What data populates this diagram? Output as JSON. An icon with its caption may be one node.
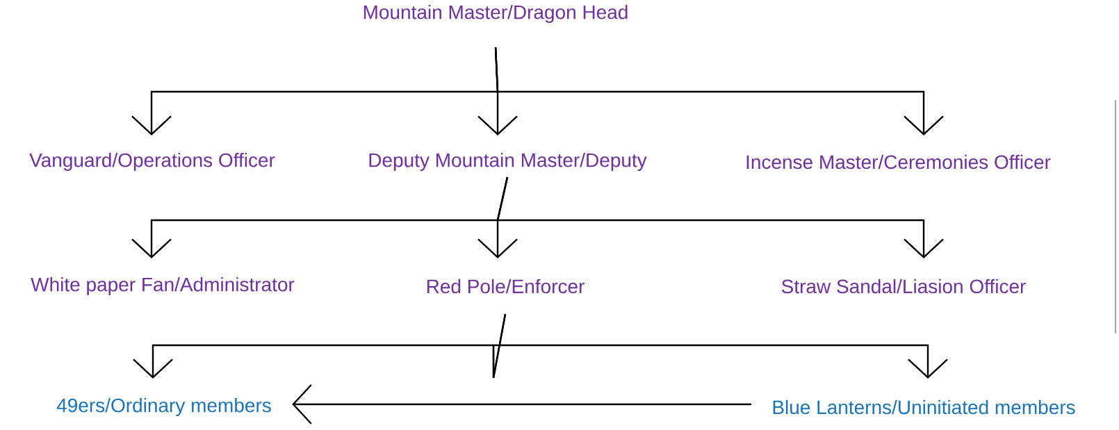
{
  "diagram": {
    "nodes": [
      {
        "text": [
          "Mountain Master/Dragon Head"
        ]
      },
      {
        "text": [
          "Vanguard/Operations Officer"
        ]
      },
      {
        "text": [
          "Deputy Mountain Master/Deputy"
        ]
      },
      {
        "text": [
          "Incense Master/Ceremonies Officer"
        ]
      },
      {
        "text": [
          "White paper Fan/Administrator"
        ]
      },
      {
        "text": [
          "Red Pole/Enforcer"
        ]
      },
      {
        "text": [
          "Straw Sandal/Liasion Officer"
        ]
      },
      {
        "text": [
          "49ers/Ordinary members"
        ]
      },
      {
        "text": [
          "Blue Lanterns/Uninitiated members"
        ]
      }
    ],
    "edges": [
      {
        "from": 0,
        "to": 1,
        "arrow": "to"
      },
      {
        "from": 0,
        "to": 2,
        "arrow": "to"
      },
      {
        "from": 0,
        "to": 3,
        "arrow": "to"
      },
      {
        "from": 2,
        "to": 4,
        "arrow": "to"
      },
      {
        "from": 2,
        "to": 5,
        "arrow": "to"
      },
      {
        "from": 2,
        "to": 6,
        "arrow": "to"
      },
      {
        "from": 5,
        "to": 7,
        "arrow": "to"
      },
      {
        "from": 5,
        "to": 8,
        "arrow": "to"
      },
      {
        "from": 8,
        "to": 7,
        "arrow": "to"
      }
    ]
  }
}
